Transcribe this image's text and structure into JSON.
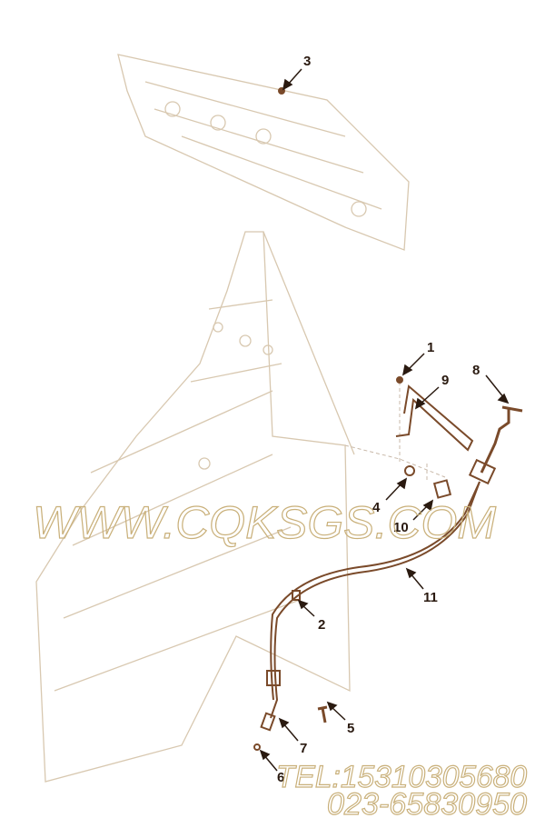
{
  "diagram": {
    "line_color": "#8a5a3a",
    "faint_color": "#d8c8b0",
    "callouts": [
      {
        "label": "1"
      },
      {
        "label": "2"
      },
      {
        "label": "3"
      },
      {
        "label": "4"
      },
      {
        "label": "5"
      },
      {
        "label": "6"
      },
      {
        "label": "7"
      },
      {
        "label": "8"
      },
      {
        "label": "9"
      },
      {
        "label": "10"
      },
      {
        "label": "11"
      }
    ]
  },
  "watermark": {
    "website": "WWW.CQKSGS.COM",
    "tel": "TEL:15310305680",
    "phone": "023-65830950",
    "color": "#c9b07a"
  }
}
